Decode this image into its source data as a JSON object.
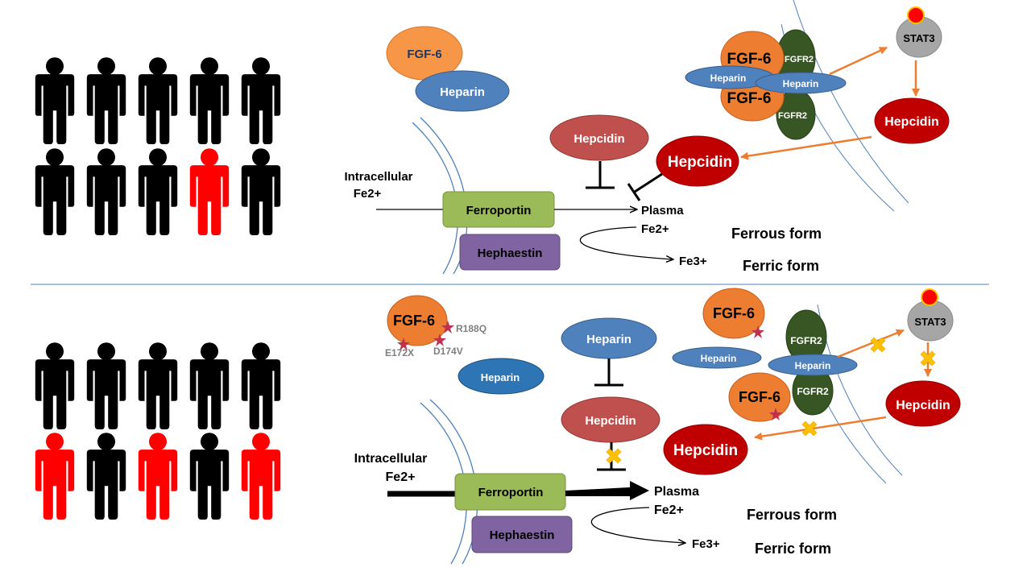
{
  "colors": {
    "person_normal": "#000000",
    "person_affected": "#ff0000",
    "fgf6": "#ed7d31",
    "heparin": "#4f81bd",
    "fgfr2": "#375623",
    "hepcidin": "#c00000",
    "hepcidin_light": "#c0504d",
    "stat3": "#a6a6a6",
    "ferroportin": "#9bbb59",
    "hephaestin": "#8064a2",
    "orange_arrow": "#ed7d31",
    "block_mark": "#ffc000",
    "mutation_star": "#c0314d",
    "divider": "#4f81bd"
  },
  "top_panel": {
    "people_grid": [
      [
        "normal",
        "normal",
        "normal",
        "normal",
        "normal"
      ],
      [
        "normal",
        "normal",
        "normal",
        "affected",
        "normal"
      ]
    ],
    "fgf6_label": "FGF-6",
    "heparin_label": "Heparin",
    "complex": {
      "fgf6_top": "FGF-6",
      "fgf6_bottom": "FGF-6",
      "fgfr2_top": "FGFR2",
      "fgfr2_bottom": "FGFR2",
      "heparin_left": "Heparin",
      "heparin_right": "Heparin"
    },
    "stat3_label": "STAT3",
    "hepcidin_right": "Hepcidin",
    "hepcidin_center": "Hepcidin",
    "hepcidin_top": "Hepcidin",
    "intracellular_line1": "Intracellular",
    "intracellular_line2": "Fe2+",
    "ferroportin_label": "Ferroportin",
    "hephaestin_label": "Hephaestin",
    "plasma_line1": "Plasma",
    "plasma_line2": "Fe2+",
    "fe3_label": "Fe3+",
    "ferrous_form": "Ferrous form",
    "ferric_form": "Ferric form"
  },
  "bottom_panel": {
    "people_grid": [
      [
        "normal",
        "normal",
        "normal",
        "normal",
        "normal"
      ],
      [
        "affected",
        "normal",
        "affected",
        "normal",
        "affected"
      ]
    ],
    "fgf6_label": "FGF-6",
    "mutations": [
      "R188Q",
      "E172X",
      "D174V"
    ],
    "heparin_free": "Heparin",
    "heparin_center": "Heparin",
    "hepcidin_center": "Hepcidin",
    "complex": {
      "fgf6_top": "FGF-6",
      "fgf6_bottom": "FGF-6",
      "fgfr2_top": "FGFR2",
      "fgfr2_bottom": "FGFR2",
      "heparin_left": "Heparin",
      "heparin_right": "Heparin"
    },
    "stat3_label": "STAT3",
    "hepcidin_right": "Hepcidin",
    "hepcidin_left": "Hepcidin",
    "intracellular_line1": "Intracellular",
    "intracellular_line2": "Fe2+",
    "ferroportin_label": "Ferroportin",
    "hephaestin_label": "Hephaestin",
    "plasma_line1": "Plasma",
    "plasma_line2": "Fe2+",
    "fe3_label": "Fe3+",
    "ferrous_form": "Ferrous form",
    "ferric_form": "Ferric form"
  }
}
